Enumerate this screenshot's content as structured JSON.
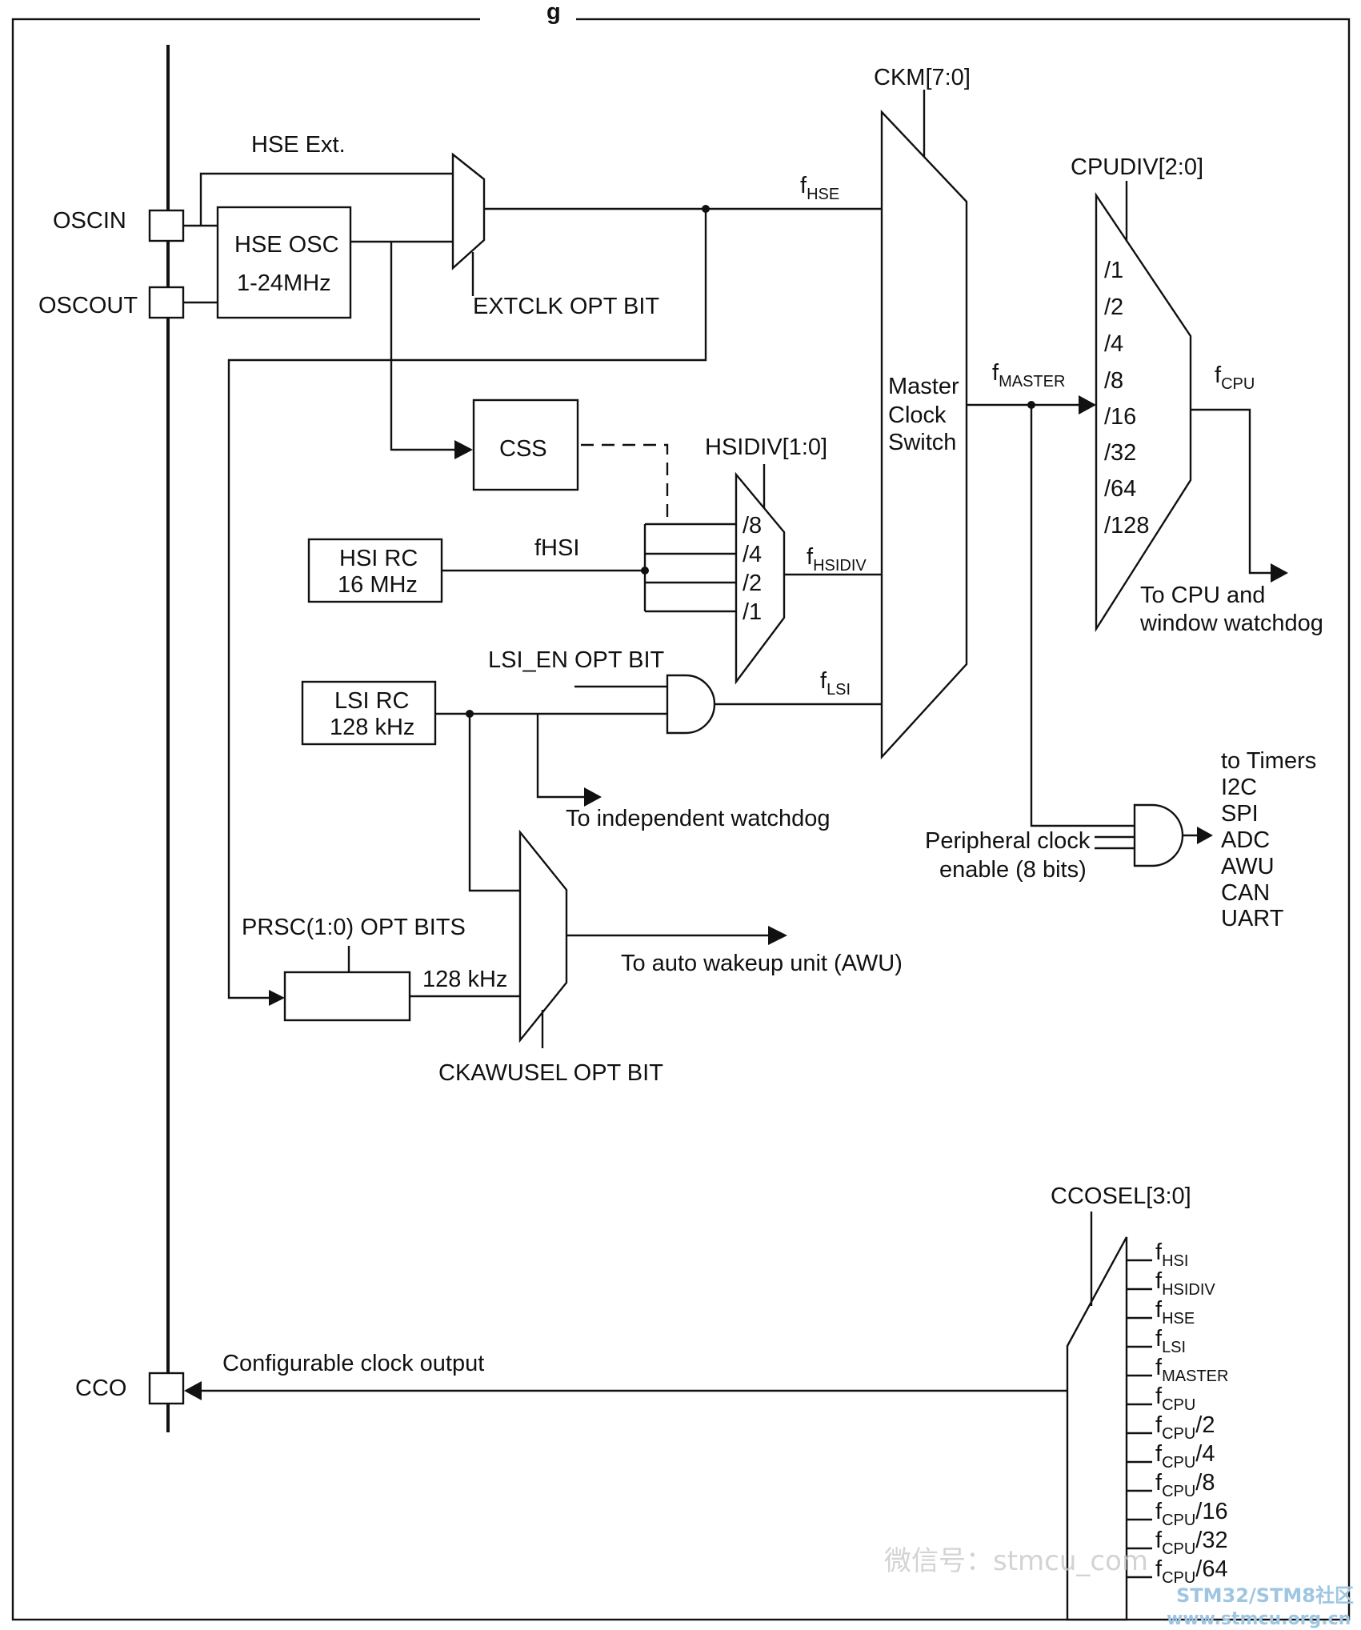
{
  "labels": {
    "title_fragment": "g",
    "oscin": "OSCIN",
    "oscout": "OSCOUT",
    "cco": "CCO",
    "hse_ext": "HSE Ext.",
    "hse_osc_line1": "HSE OSC",
    "hse_osc_line2": "1-24MHz",
    "extclk_opt_bit": "EXTCLK OPT BIT",
    "css": "CSS",
    "hsi_rc_line1": "HSI RC",
    "hsi_rc_line2": "16 MHz",
    "fhsi": "fHSI",
    "hsidiv": "HSIDIV[1:0]",
    "hsidiv_options": [
      "/8",
      "/4",
      "/2",
      "/1"
    ],
    "lsi_en_opt_bit": "LSI_EN OPT BIT",
    "lsi_rc_line1": "LSI RC",
    "lsi_rc_line2": "128 kHz",
    "to_independent_watchdog": "To independent watchdog",
    "prsc_opt_bits": "PRSC(1:0) OPT BITS",
    "prsc_out": "128 kHz",
    "ckawusel_opt_bit": "CKAWUSEL OPT BIT",
    "to_awu": "To auto wakeup unit (AWU)",
    "ckm": "CKM[7:0]",
    "master_clock_switch": [
      "Master",
      "Clock",
      "Switch"
    ],
    "f_hse": {
      "main": "f",
      "sub": "HSE"
    },
    "f_hsidiv": {
      "main": "f",
      "sub": "HSIDIV"
    },
    "f_lsi": {
      "main": "f",
      "sub": "LSI"
    },
    "f_master": {
      "main": "f",
      "sub": "MASTER"
    },
    "f_cpu": {
      "main": "f",
      "sub": "CPU"
    },
    "cpudiv": "CPUDIV[2:0]",
    "cpudiv_options": [
      "/1",
      "/2",
      "/4",
      "/8",
      "/16",
      "/32",
      "/64",
      "/128"
    ],
    "to_cpu_line1": "To CPU and",
    "to_cpu_line2": "window watchdog",
    "peripheral_clock_line1": "Peripheral clock",
    "peripheral_clock_line2": "enable (8 bits)",
    "peripherals": [
      "to Timers",
      "I2C",
      "SPI",
      "ADC",
      "AWU",
      "CAN",
      "UART"
    ],
    "ccosel": "CCOSEL[3:0]",
    "configurable_clock_output": "Configurable clock output",
    "cco_inputs": [
      {
        "main": "f",
        "sub": "HSI",
        "tail": ""
      },
      {
        "main": "f",
        "sub": "HSIDIV",
        "tail": ""
      },
      {
        "main": "f",
        "sub": "HSE",
        "tail": ""
      },
      {
        "main": "f",
        "sub": "LSI",
        "tail": ""
      },
      {
        "main": "f",
        "sub": "MASTER",
        "tail": ""
      },
      {
        "main": "f",
        "sub": "CPU",
        "tail": ""
      },
      {
        "main": "f",
        "sub": "CPU",
        "tail": "/2"
      },
      {
        "main": "f",
        "sub": "CPU",
        "tail": "/4"
      },
      {
        "main": "f",
        "sub": "CPU",
        "tail": "/8"
      },
      {
        "main": "f",
        "sub": "CPU",
        "tail": "/16"
      },
      {
        "main": "f",
        "sub": "CPU",
        "tail": "/32"
      },
      {
        "main": "f",
        "sub": "CPU",
        "tail": "/64"
      }
    ]
  },
  "watermark": {
    "center": "微信号：stmcu_com",
    "line1": "STM32/STM8社区",
    "line2": "www.stmcu.org.cn"
  }
}
